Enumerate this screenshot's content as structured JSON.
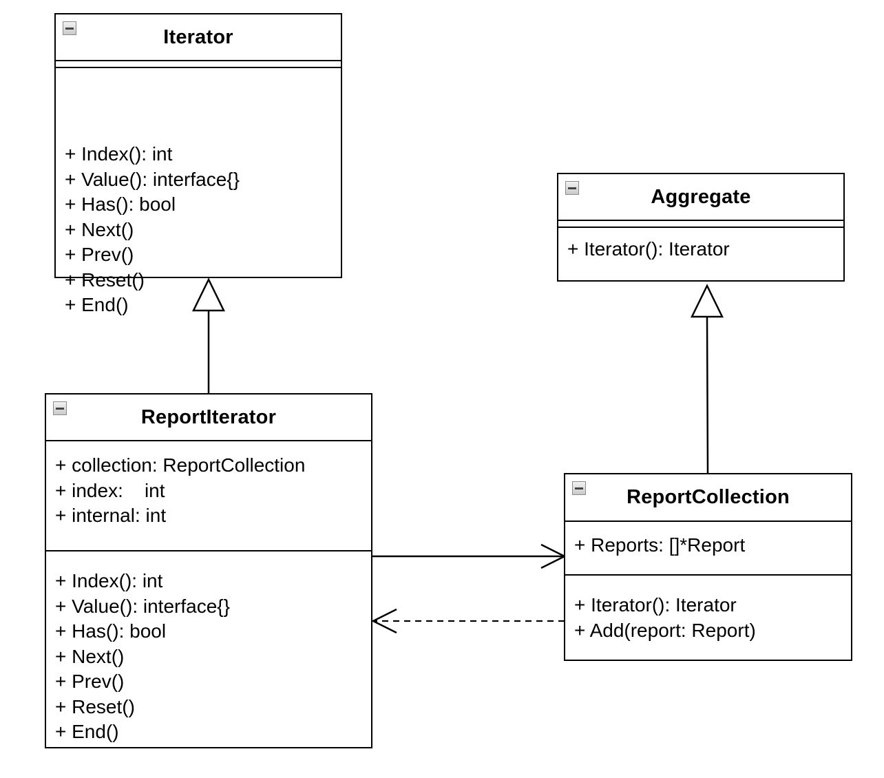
{
  "classes": {
    "iterator": {
      "name": "Iterator",
      "attributes": [],
      "methods": [
        "+ Index(): int",
        "+ Value(): interface{}",
        "+ Has(): bool",
        "+ Next()",
        "+ Prev()",
        "+ Reset()",
        "+ End()"
      ]
    },
    "aggregate": {
      "name": "Aggregate",
      "attributes": [],
      "methods": [
        "+ Iterator(): Iterator"
      ]
    },
    "report_iterator": {
      "name": "ReportIterator",
      "attributes": [
        "+ collection: ReportCollection",
        "+ index:    int",
        "+ internal: int"
      ],
      "methods": [
        "+ Index(): int",
        "+ Value(): interface{}",
        "+ Has(): bool",
        "+ Next()",
        "+ Prev()",
        "+ Reset()",
        "+ End()"
      ]
    },
    "report_collection": {
      "name": "ReportCollection",
      "attributes": [
        "+ Reports: []*Report"
      ],
      "methods": [
        "+ Iterator(): Iterator",
        "+ Add(report: Report)"
      ]
    }
  },
  "relations": [
    {
      "type": "generalization",
      "from": "ReportIterator",
      "to": "Iterator"
    },
    {
      "type": "generalization",
      "from": "ReportCollection",
      "to": "Aggregate"
    },
    {
      "type": "association",
      "from": "ReportIterator",
      "to": "ReportCollection"
    },
    {
      "type": "dependency",
      "from": "ReportCollection",
      "to": "ReportIterator"
    }
  ]
}
